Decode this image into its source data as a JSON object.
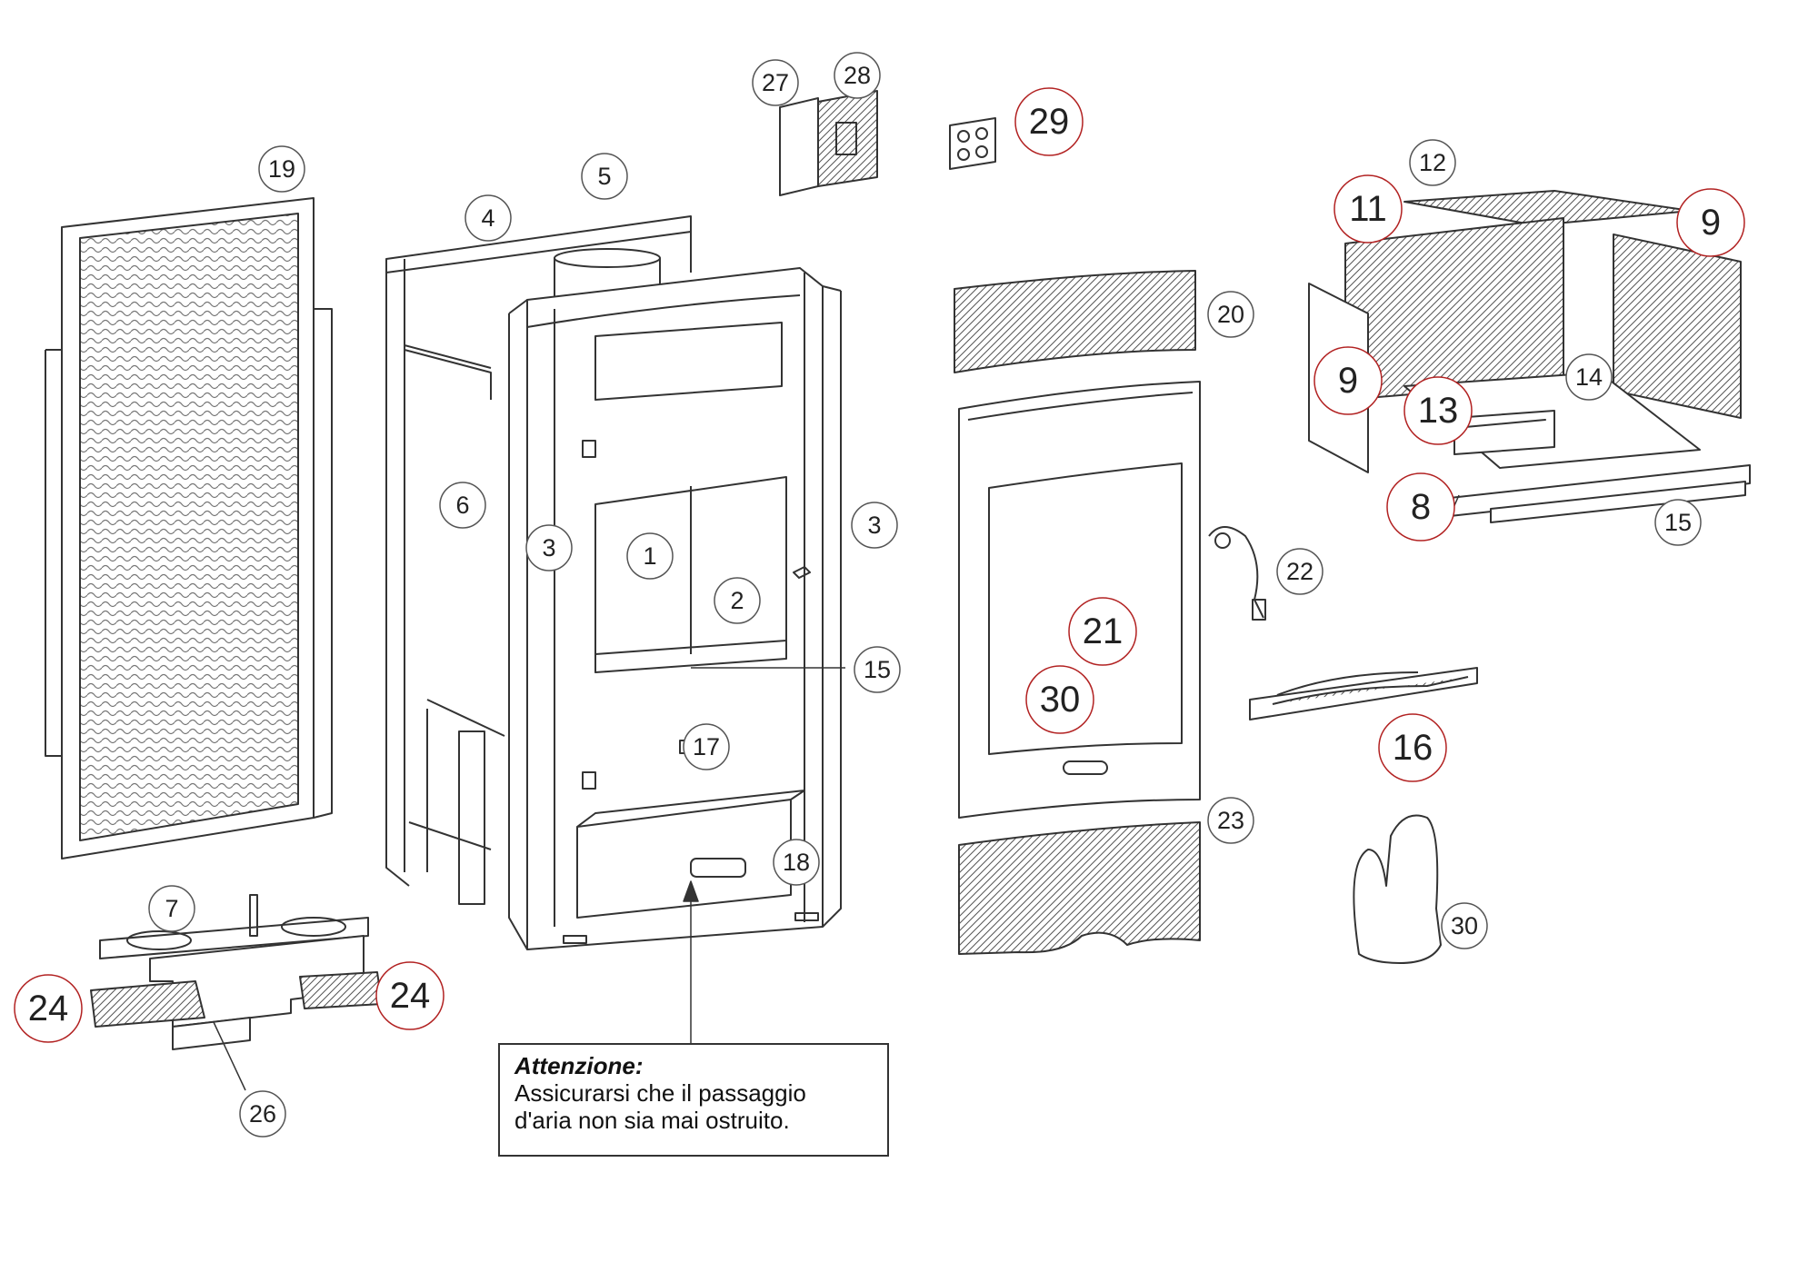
{
  "labels": [
    {
      "id": "19",
      "text": "19"
    },
    {
      "id": "4",
      "text": "4"
    },
    {
      "id": "5",
      "text": "5"
    },
    {
      "id": "27",
      "text": "27"
    },
    {
      "id": "28",
      "text": "28"
    },
    {
      "id": "29",
      "text": "29"
    },
    {
      "id": "12",
      "text": "12"
    },
    {
      "id": "11",
      "text": "11"
    },
    {
      "id": "9a",
      "text": "9"
    },
    {
      "id": "20",
      "text": "20"
    },
    {
      "id": "9b",
      "text": "9"
    },
    {
      "id": "14",
      "text": "14"
    },
    {
      "id": "13",
      "text": "13"
    },
    {
      "id": "6",
      "text": "6"
    },
    {
      "id": "3a",
      "text": "3"
    },
    {
      "id": "3b",
      "text": "3"
    },
    {
      "id": "1",
      "text": "1"
    },
    {
      "id": "2",
      "text": "2"
    },
    {
      "id": "8",
      "text": "8"
    },
    {
      "id": "15a",
      "text": "15"
    },
    {
      "id": "15b",
      "text": "15"
    },
    {
      "id": "22",
      "text": "22"
    },
    {
      "id": "21",
      "text": "21"
    },
    {
      "id": "30a",
      "text": "30"
    },
    {
      "id": "17",
      "text": "17"
    },
    {
      "id": "16",
      "text": "16"
    },
    {
      "id": "18",
      "text": "18"
    },
    {
      "id": "23",
      "text": "23"
    },
    {
      "id": "7",
      "text": "7"
    },
    {
      "id": "24a",
      "text": "24"
    },
    {
      "id": "24b",
      "text": "24"
    },
    {
      "id": "30b",
      "text": "30"
    },
    {
      "id": "26",
      "text": "26"
    }
  ],
  "note": {
    "title": "Attenzione:",
    "line1": "Assicurarsi che il passaggio",
    "line2": "d'aria  non  sia  mai  ostruito."
  },
  "colors": {
    "line": "#333333",
    "callout_gray": "#555555",
    "callout_red": "#b22222",
    "mesh": "#8a8a8a"
  }
}
